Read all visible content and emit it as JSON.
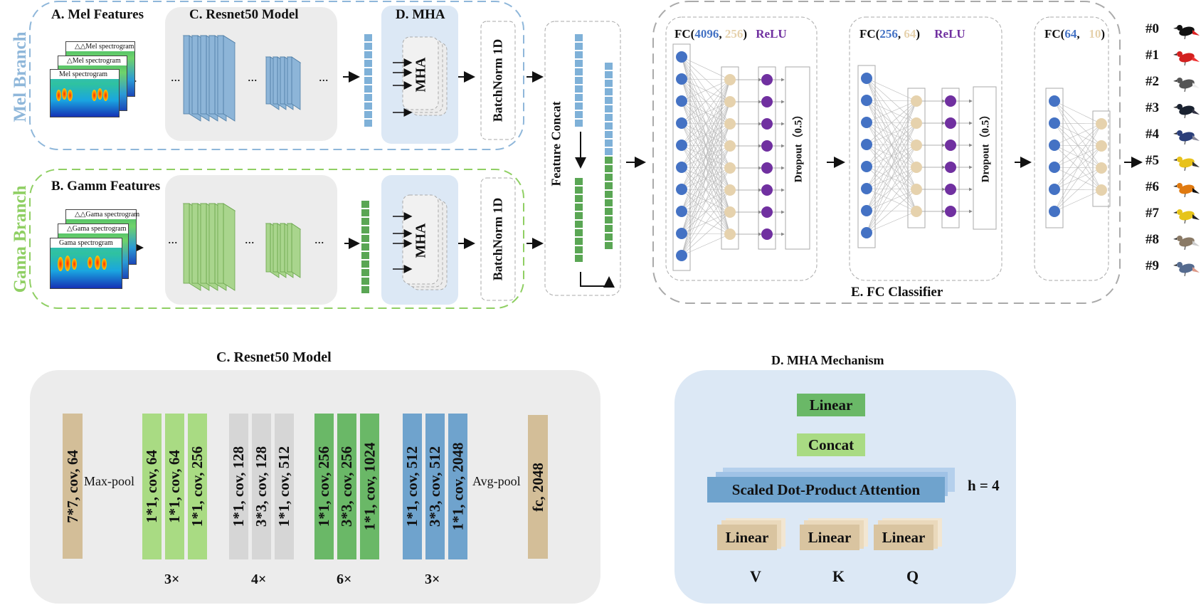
{
  "top": {
    "mel_branch": "Mel Branch",
    "gama_branch": "Gama Branch",
    "a_title": "A. Mel Features",
    "b_title": "B. Gamm Features",
    "c_title": "C. Resnet50 Model",
    "d_title": "D. MHA",
    "mel_specs": [
      "△△Mel spectrogram",
      "△Mel spectrogram",
      "Mel spectrogram"
    ],
    "gama_specs": [
      "△△Gama spectrogram",
      "△Gama spectrogram",
      "Gama spectrogram"
    ],
    "mha": "MHA",
    "batchnorm": "BatchNorm 1D",
    "feature_concat": "Feature Concat",
    "ellipsis": "...",
    "fc1": {
      "prefix": "FC(",
      "a": "4096",
      "sep": ", ",
      "b": "256",
      "suffix": ")",
      "act": "ReLU"
    },
    "fc2": {
      "prefix": "FC(",
      "a": "256",
      "sep": ", ",
      "b": "64",
      "suffix": ")",
      "act": "ReLU"
    },
    "fc3": {
      "prefix": "FC(",
      "a": "64",
      "sep": ",   ",
      "b": "10",
      "suffix": ")"
    },
    "dropout": "Dropout（0.5）",
    "dropout2": "Dropout（0.5）",
    "e_title": "E. FC Classifier",
    "classes": [
      "#0",
      "#1",
      "#2",
      "#3",
      "#4",
      "#5",
      "#6",
      "#7",
      "#8",
      "#9"
    ]
  },
  "resnet": {
    "title": "C. Resnet50 Model",
    "input_layer": "7*7, cov, 64",
    "maxpool": "Max-pool",
    "avgpool": "Avg-pool",
    "fc_layer": "fc, 2048",
    "stages": [
      {
        "layers": [
          "1*1, cov, 64",
          "1*1, cov, 64",
          "1*1, cov, 256"
        ],
        "repeat": "3×"
      },
      {
        "layers": [
          "1*1, cov, 128",
          "3*3, cov, 128",
          "1*1, cov, 512"
        ],
        "repeat": "4×"
      },
      {
        "layers": [
          "1*1, cov, 256",
          "3*3, cov, 256",
          "1*1, cov, 1024"
        ],
        "repeat": "6×"
      },
      {
        "layers": [
          "1*1, cov, 512",
          "3*3, cov, 512",
          "1*1, cov, 2048"
        ],
        "repeat": "3×"
      }
    ]
  },
  "mha_mech": {
    "title": "D. MHA Mechanism",
    "top_linear": "Linear",
    "concat": "Concat",
    "attention": "Scaled Dot-Product Attention",
    "heads": "h = 4",
    "inputs": [
      {
        "linear": "Linear",
        "name": "V"
      },
      {
        "linear": "Linear",
        "name": "K"
      },
      {
        "linear": "Linear",
        "name": "Q"
      }
    ]
  },
  "colors": {
    "mel_blue": "#8fb7da",
    "gama_green": "#8fcf63",
    "node_blue": "#4472c4",
    "node_tan": "#e6d2ad",
    "node_purple": "#7030a0",
    "res_light_green": "#a9db83",
    "res_gray": "#d6d6d6",
    "res_green": "#6ab867",
    "res_blue": "#6fa3cd",
    "res_tan": "#d3be98",
    "mha_bg": "#dce8f5"
  }
}
